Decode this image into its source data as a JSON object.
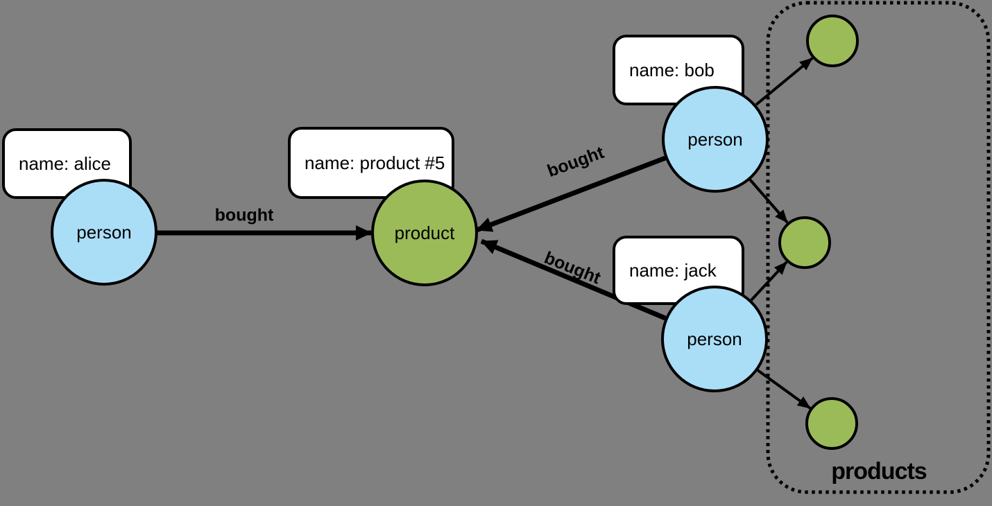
{
  "colors": {
    "canvas-bg": "#808080",
    "person-fill": "#aadef7",
    "product-fill": "#9bbb59",
    "stroke": "#000000",
    "box-fill": "#ffffff",
    "text": "#000000"
  },
  "nodes": {
    "alice": {
      "label": "person",
      "property": "name: alice"
    },
    "bob": {
      "label": "person",
      "property": "name: bob"
    },
    "jack": {
      "label": "person",
      "property": "name: jack"
    },
    "product": {
      "label": "product",
      "property": "name: product #5"
    }
  },
  "edges": {
    "alice_to_product": {
      "label": "bought"
    },
    "bob_to_product": {
      "label": "bought"
    },
    "jack_to_product": {
      "label": "bought"
    }
  },
  "group": {
    "label": "products"
  }
}
